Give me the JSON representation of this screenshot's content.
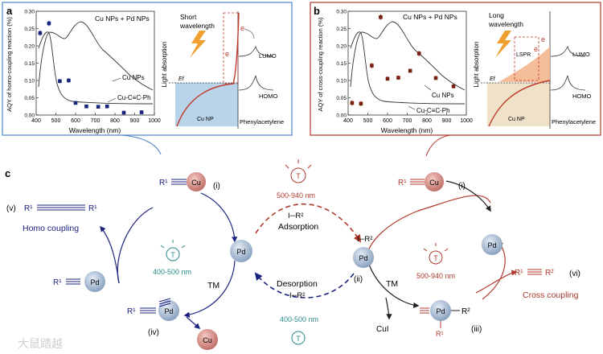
{
  "panel_a": {
    "letter": "a",
    "legend": "Cu NPs + Pd NPs",
    "ylabel": "AQY of homo-coupling reaction (%)",
    "ylabel_right": "Light absorption",
    "xlabel": "Wavelength (nm)",
    "curve_label_1": "Cu NPs",
    "curve_label_2": "Cu-C≡C-Ph",
    "xticks": [
      "400",
      "500",
      "600",
      "700",
      "800",
      "900",
      "1000"
    ],
    "yticks": [
      "0.00",
      "0.05",
      "0.10",
      "0.15",
      "0.20",
      "0.25",
      "0.30"
    ],
    "schematic": {
      "title1": "Short",
      "title2": "wavelength",
      "ef": "Ef",
      "lumo": "LUMO",
      "homo": "HOMO",
      "e1": "e",
      "e2": "e",
      "np": "Cu NP",
      "mol": "Phenylacetylene"
    }
  },
  "panel_b": {
    "letter": "b",
    "legend": "Cu NPs + Pd NPs",
    "ylabel": "AQY of cross-coupling reaction (%)",
    "ylabel_right": "Light absorption",
    "xlabel": "Wavelength (nm)",
    "curve_label_1": "Cu NPs",
    "curve_label_2": "Cu-C≡C-Ph",
    "xticks": [
      "400",
      "500",
      "600",
      "700",
      "800",
      "900",
      "1000"
    ],
    "yticks": [
      "0.00",
      "0.05",
      "0.10",
      "0.15",
      "0.20",
      "0.25",
      "0.30"
    ],
    "schematic": {
      "title1": "Long",
      "title2": "wavelength",
      "ef": "Ef",
      "lumo": "LUMO",
      "homo": "HOMO",
      "lspr": "LSPR",
      "e1": "e",
      "e2": "e",
      "np": "Cu NP",
      "mol": "Phenylacetylene"
    }
  },
  "chart_data": [
    {
      "type": "scatter",
      "xlabel": "Wavelength (nm)",
      "ylabel": "AQY of homo-coupling reaction (%)",
      "xlim": [
        400,
        1000
      ],
      "ylim": [
        0,
        0.3
      ],
      "series": [
        {
          "name": "Cu NPs + Pd NPs",
          "x": [
            420,
            465,
            520,
            565,
            600,
            655,
            715,
            760,
            845,
            935
          ],
          "y": [
            0.237,
            0.265,
            0.098,
            0.1,
            0.035,
            0.025,
            0.024,
            0.025,
            0.007,
            0.008
          ],
          "err": [
            0.008,
            0.008,
            0.006,
            0.006,
            0.004,
            0.003,
            0.003,
            0.003,
            0.002,
            0.002
          ]
        }
      ]
    },
    {
      "type": "scatter",
      "xlabel": "Wavelength (nm)",
      "ylabel": "AQY of cross-coupling reaction (%)",
      "xlim": [
        400,
        1000
      ],
      "ylim": [
        0,
        0.3
      ],
      "series": [
        {
          "name": "Cu NPs + Pd NPs",
          "x": [
            420,
            465,
            520,
            565,
            600,
            655,
            715,
            760,
            845,
            935
          ],
          "y": [
            0.035,
            0.033,
            0.143,
            0.283,
            0.105,
            0.108,
            0.128,
            0.178,
            0.107,
            0.083
          ],
          "err": [
            0.008,
            0.007,
            0.008,
            0.008,
            0.006,
            0.006,
            0.006,
            0.008,
            0.006,
            0.006
          ]
        }
      ]
    }
  ],
  "panel_c": {
    "letter": "c",
    "r1": "R¹",
    "r2": "R²",
    "cu": "Cu",
    "pd": "Pd",
    "step_i": "(i)",
    "step_ii": "(ii)",
    "step_iii": "(iii)",
    "step_iv": "(iv)",
    "step_v": "(v)",
    "step_vi": "(vi)",
    "homo_coupling": "Homo coupling",
    "cross_coupling": "Cross coupling",
    "nm_red": "500-940 nm",
    "nm_blue": "400-500 nm",
    "adsorption": "Adsorption",
    "desorption": "Desorption",
    "i_r2": "I─R²",
    "tm": "TM",
    "cui": "CuI",
    "bulb": "T"
  },
  "watermark": "大鼠踏越",
  "colors": {
    "blue_frame": "#4a86c8",
    "red_frame": "#c0392b",
    "navy": "#1a237e",
    "red": "#b03a2e",
    "teal": "#2a8a8a",
    "orange": "#e07a1a",
    "marker": "#1a237e",
    "marker_red": "#7a1e10"
  }
}
